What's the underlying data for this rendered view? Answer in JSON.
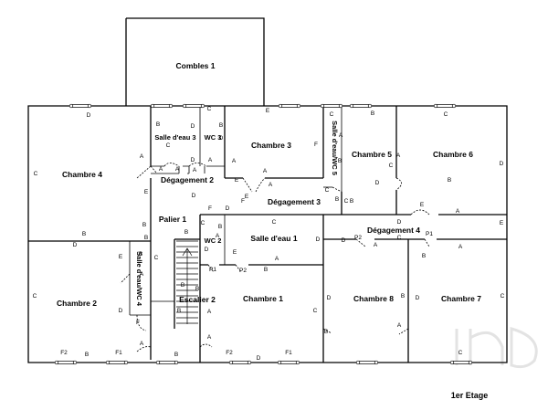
{
  "plan": {
    "caption": "1er Etage",
    "rooms": [
      {
        "id": "combles-1",
        "name": "Combles 1"
      },
      {
        "id": "chambre-4",
        "name": "Chambre 4"
      },
      {
        "id": "salle-deau-3",
        "name": "Salle d'eau 3"
      },
      {
        "id": "wc-3",
        "name": "WC 3"
      },
      {
        "id": "chambre-3",
        "name": "Chambre 3"
      },
      {
        "id": "salle-deau-wc-5",
        "name": "Salle d'eau/WC 5"
      },
      {
        "id": "chambre-5",
        "name": "Chambre 5"
      },
      {
        "id": "chambre-6",
        "name": "Chambre 6"
      },
      {
        "id": "degagement-2",
        "name": "Dégagement 2"
      },
      {
        "id": "degagement-3",
        "name": "Dégagement 3"
      },
      {
        "id": "palier-1",
        "name": "Palier 1"
      },
      {
        "id": "wc-2",
        "name": "WC 2"
      },
      {
        "id": "salle-deau-1",
        "name": "Salle d'eau 1"
      },
      {
        "id": "degagement-4",
        "name": "Dégagement 4"
      },
      {
        "id": "salle-deau-wc-4",
        "name": "Salle d'eau/WC 4"
      },
      {
        "id": "chambre-2",
        "name": "Chambre 2"
      },
      {
        "id": "escalier-2",
        "name": "Escalier 2"
      },
      {
        "id": "chambre-1",
        "name": "Chambre 1"
      },
      {
        "id": "chambre-8",
        "name": "Chambre 8"
      },
      {
        "id": "chambre-7",
        "name": "Chambre 7"
      }
    ],
    "wall_labels": [
      "A",
      "B",
      "C",
      "D",
      "E",
      "F",
      "F1",
      "F2",
      "P1",
      "P2"
    ]
  }
}
